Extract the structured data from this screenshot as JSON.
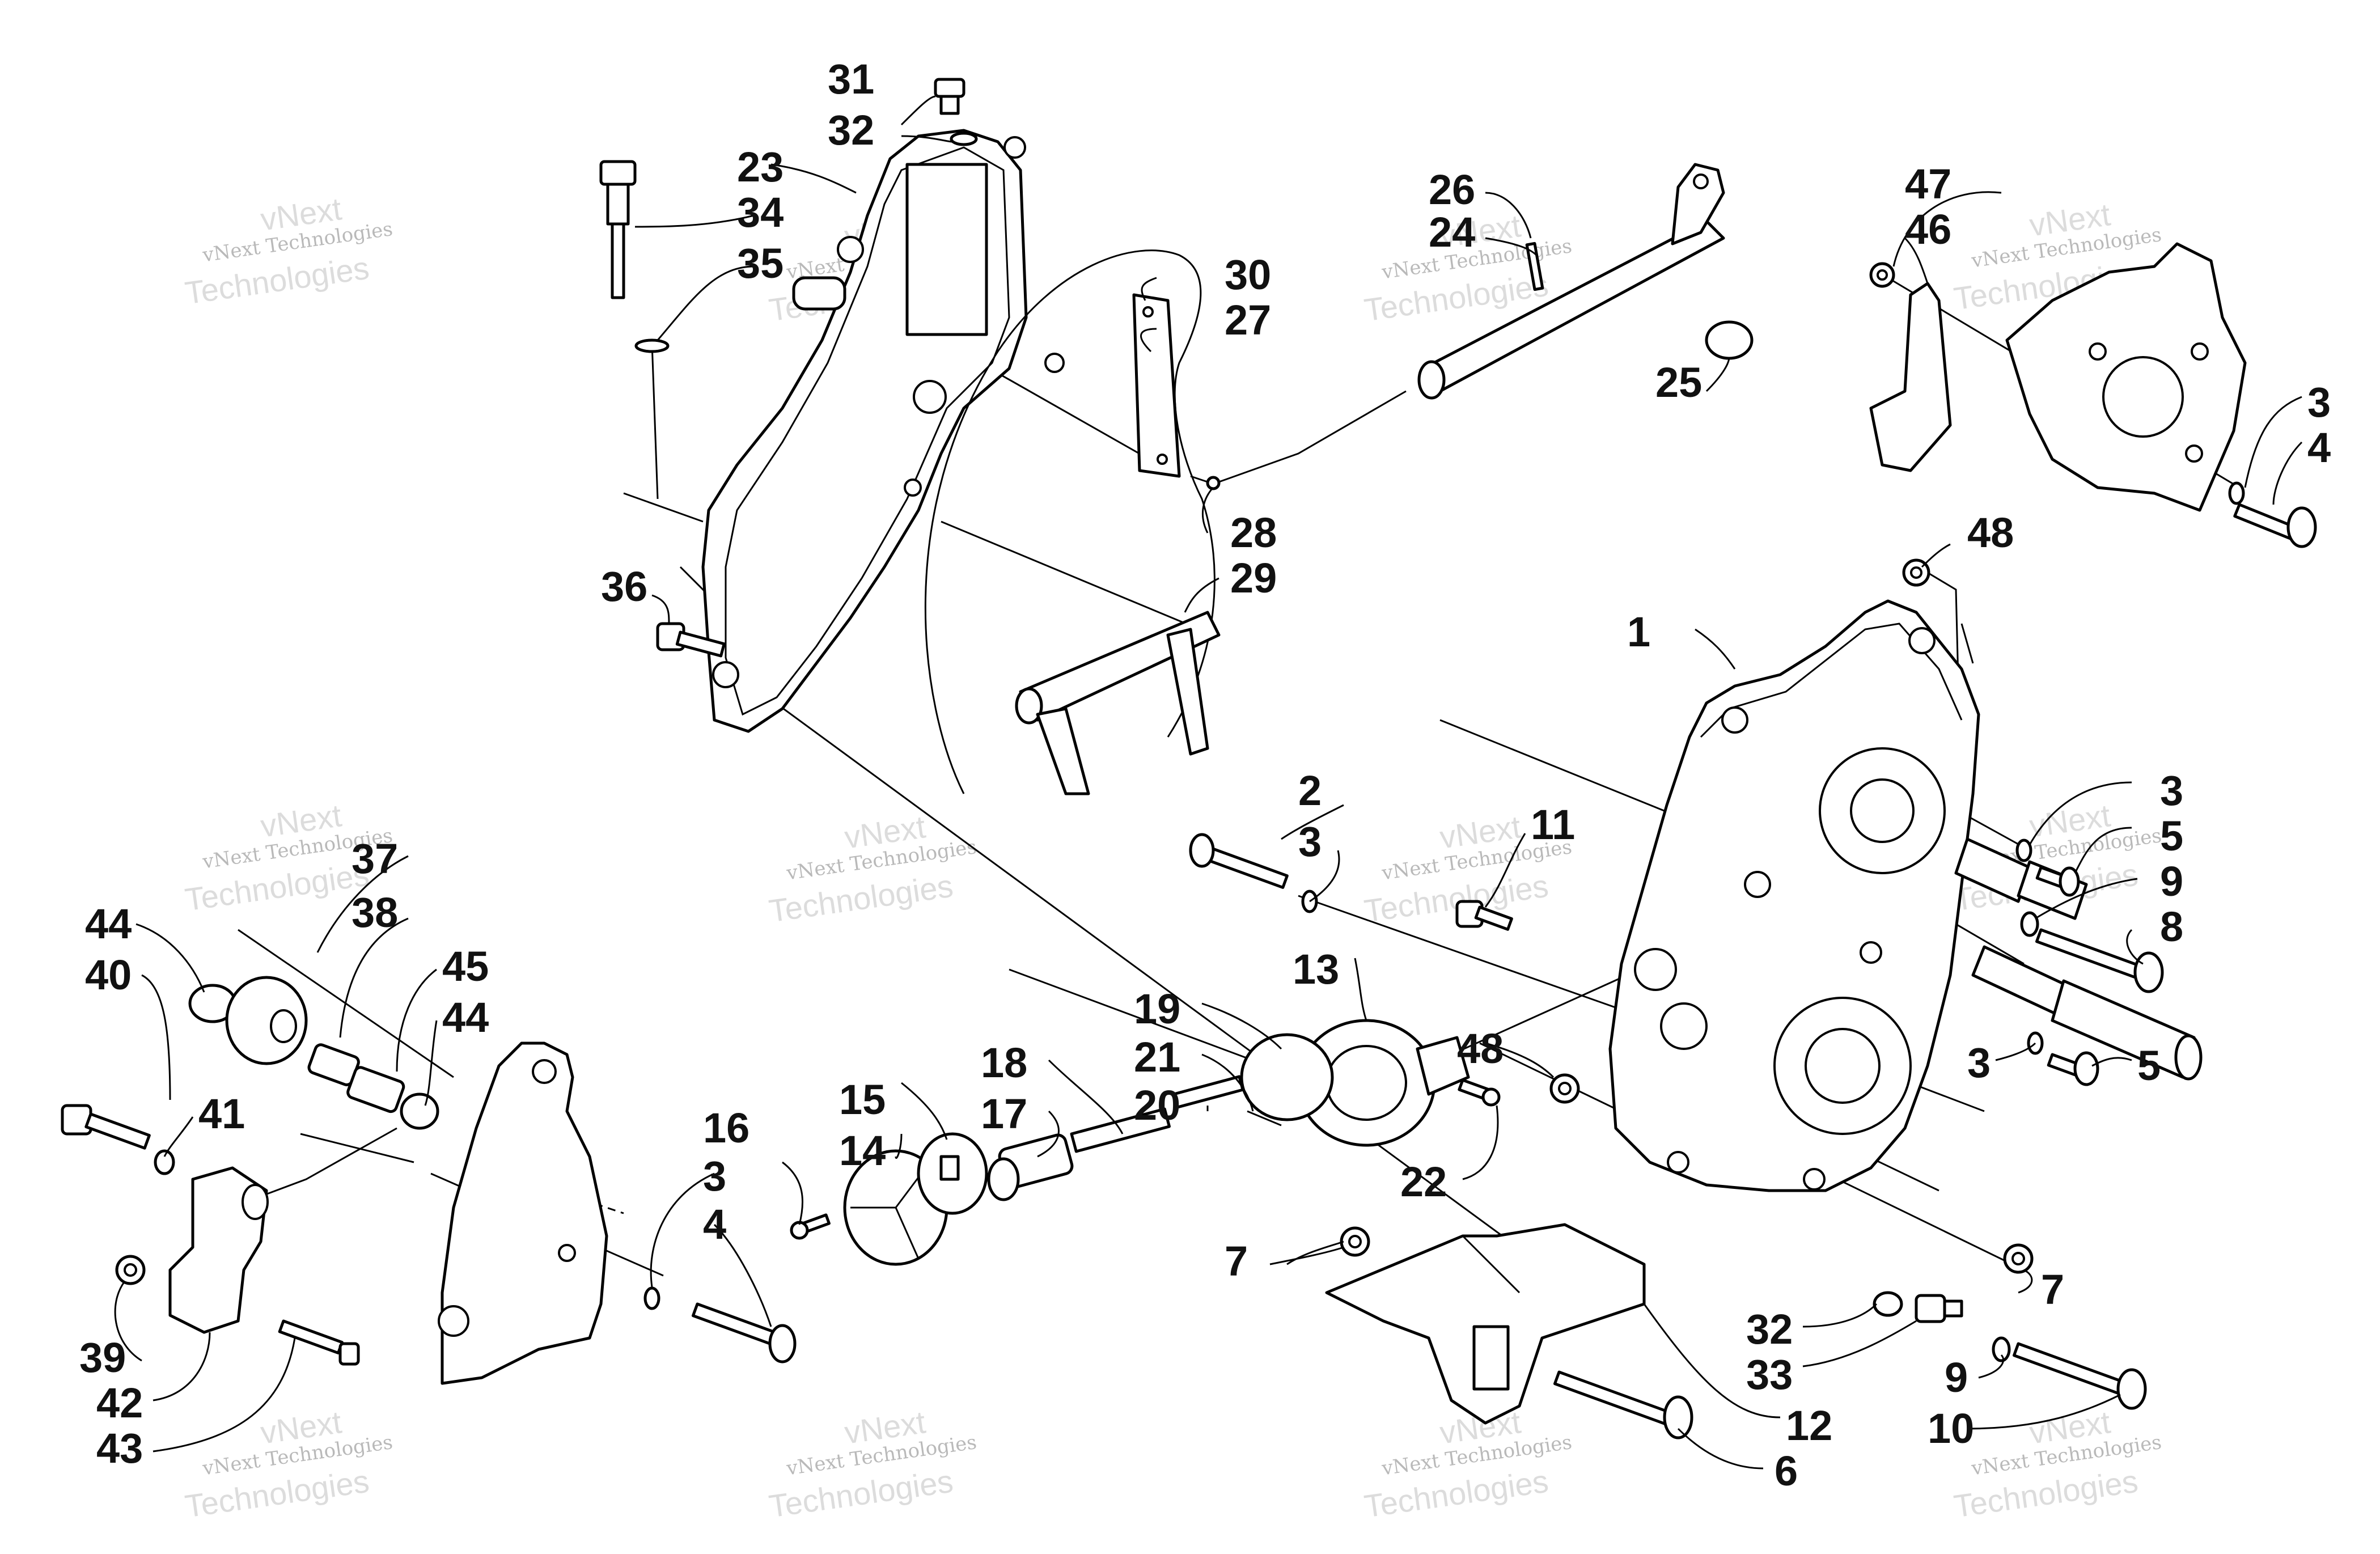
{
  "diagram": {
    "callouts": [
      "1",
      "2",
      "3",
      "4",
      "5",
      "6",
      "7",
      "8",
      "9",
      "10",
      "11",
      "12",
      "13",
      "14",
      "15",
      "16",
      "17",
      "18",
      "19",
      "20",
      "21",
      "22",
      "23",
      "24",
      "25",
      "26",
      "27",
      "28",
      "29",
      "30",
      "31",
      "32",
      "33",
      "34",
      "35",
      "36",
      "37",
      "38",
      "39",
      "40",
      "41",
      "42",
      "43",
      "44",
      "45",
      "46",
      "47",
      "48"
    ],
    "watermark": {
      "line1": "vNext Technologies",
      "line2": "vNext",
      "line3": "Technologies"
    }
  }
}
